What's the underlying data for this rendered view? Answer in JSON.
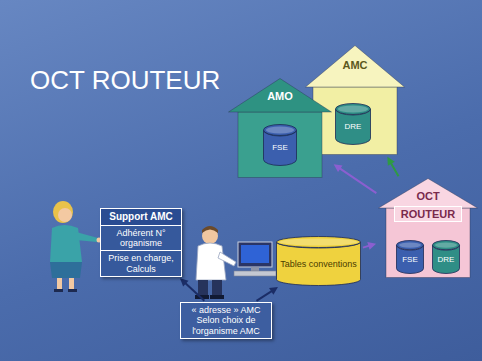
{
  "diagram": {
    "title": "OCT ROUTEUR",
    "nodes": [
      {
        "text": [
          "AMC"
        ]
      },
      {
        "text": [
          "DRE"
        ],
        "in": 0
      },
      {
        "text": [
          "AMO"
        ]
      },
      {
        "text": [
          "FSE"
        ],
        "in": 2
      },
      {
        "text": [
          "Support AMC"
        ]
      },
      {
        "text": [
          "Adhérent N° organisme"
        ],
        "in": 4
      },
      {
        "text": [
          "Prise en charge, Calculs"
        ],
        "in": 4
      },
      {
        "text": [
          "Tables conventions"
        ]
      },
      {
        "text": [
          "OCT",
          "ROUTEUR"
        ]
      },
      {
        "text": [
          "FSE"
        ],
        "in": 8
      },
      {
        "text": [
          "DRE"
        ],
        "in": 8
      },
      {
        "text": [
          "« adresse » AMC Selon choix de l'organisme AMC"
        ]
      }
    ],
    "edges": [
      {
        "from": 11,
        "to": 4,
        "arrow": "to"
      },
      {
        "from": 11,
        "to": 7,
        "arrow": "to"
      },
      {
        "from": 7,
        "to": 8,
        "arrow": "to"
      },
      {
        "from": 8,
        "to": 2,
        "arrow": "to"
      },
      {
        "from": 8,
        "to": 0,
        "arrow": "to"
      }
    ]
  }
}
